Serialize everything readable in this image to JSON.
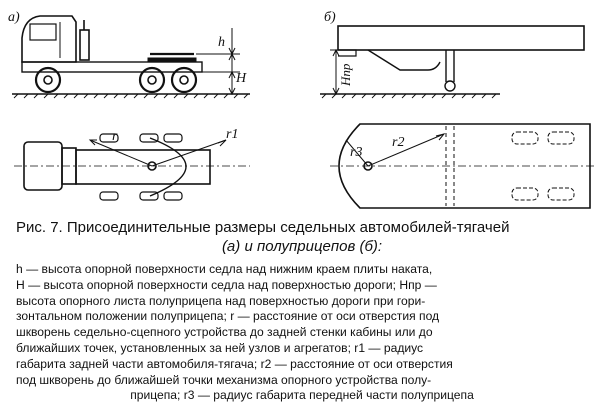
{
  "panel_labels": {
    "a": "а)",
    "b": "б)"
  },
  "dimension_labels": {
    "h": "h",
    "H": "H",
    "r1": "r1",
    "r2": "r2",
    "r3": "r3",
    "r": "r",
    "Hnp": "Hпр"
  },
  "caption": {
    "line1": "Рис. 7. Присоединительные размеры седельных автомобилей-тягачей",
    "line2": "(а) и полуприцепов (б):"
  },
  "legend_lines": [
    "h — высота опорной поверхности седла над нижним краем плиты наката,",
    "H — высота опорной поверхности седла над поверхностью дороги; Hпр —",
    "высота опорного листа полуприцепа над поверхностью дороги при гори-",
    "зонтальном положении полуприцепа; r — расстояние от оси отверстия под",
    "шкворень седельно-сцепного устройства до задней стенки кабины или до",
    "ближайших точек, установленных за ней узлов и агрегатов; r1 — радиус",
    "габарита задней части автомобиля-тягача; r2 — расстояние от оси отверстия",
    "под шкворень до ближайшей точки механизма опорного устройства полу-",
    "прицепа; r3 — радиус габарита передней части полуприцепа"
  ]
}
